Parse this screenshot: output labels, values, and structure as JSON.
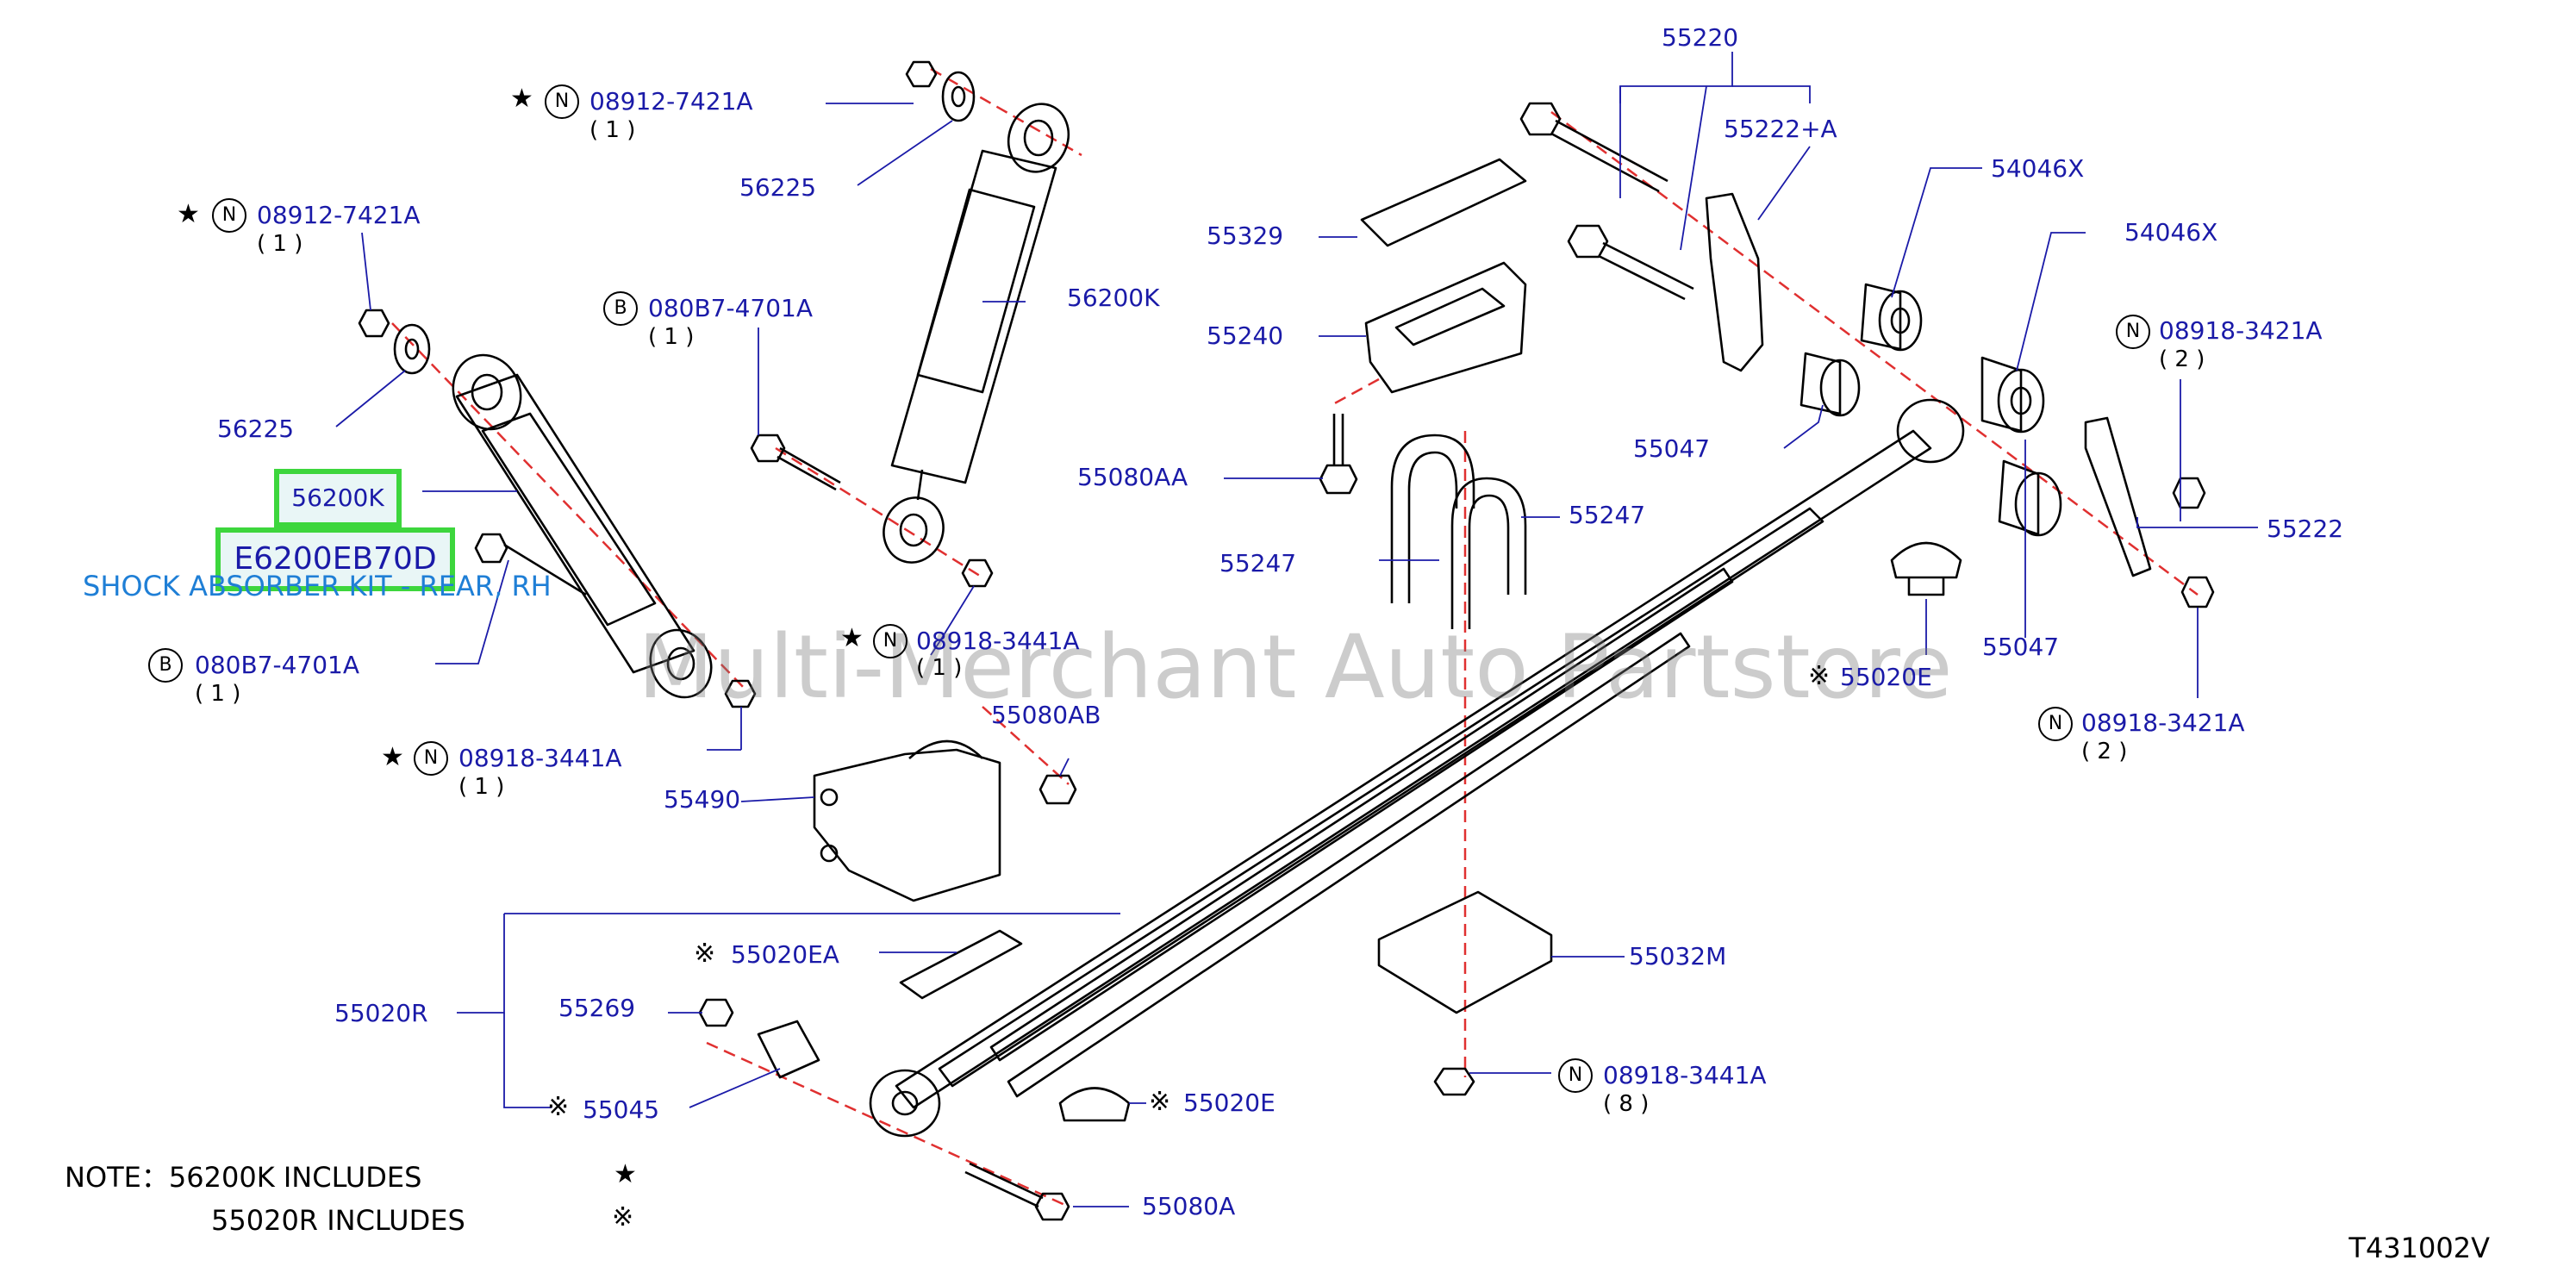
{
  "parts": {
    "p55220": "55220",
    "p55222a": "55222+A",
    "p54046x_1": "54046X",
    "p54046x_2": "54046X",
    "p55329": "55329",
    "p55240": "55240",
    "p55047_1": "55047",
    "p55047_2": "55047",
    "p08918_3421a_1": "08918-3421A",
    "p08918_3421a_2": "08918-3421A",
    "p55222": "55222",
    "p55080aa": "55080AA",
    "p55247_1": "55247",
    "p55247_2": "55247",
    "p55020e_1": "55020E",
    "p55020e_2": "55020E",
    "p55080ab": "55080AB",
    "p55490": "55490",
    "p55032m": "55032M",
    "p55020ea": "55020EA",
    "p55020r": "55020R",
    "p55269": "55269",
    "p55045": "55045",
    "p55080a": "55080A",
    "p08918_3441a_1": "08918-3441A",
    "p08918_3441a_2": "08918-3441A",
    "p08918_3441a_3": "08918-3441A",
    "p08912_7421a_1": "08912-7421A",
    "p08912_7421a_2": "08912-7421A",
    "p56225_1": "56225",
    "p56225_2": "56225",
    "p56200k_upper": "56200K",
    "p080b7_4701a_1": "080B7-4701A",
    "p080b7_4701a_2": "080B7-4701A"
  },
  "quantities": {
    "q1": "( 1 )",
    "q2": "( 1 )",
    "q3": "( 1 )",
    "q4": "( 1 )",
    "q5": "( 1 )",
    "q6": "( 1 )",
    "q7": "( 2 )",
    "q8": "( 2 )",
    "q9": "( 8 )"
  },
  "symbols": {
    "circle_n": "N",
    "circle_b": "B",
    "star": "★",
    "kome": "※"
  },
  "highlight": {
    "part_number": "56200K",
    "oem_number": "E6200EB70D",
    "description": "SHOCK ABSORBER KIT - REAR, RH"
  },
  "watermark": "Multi-Merchant Auto Partstore",
  "note": {
    "line1_label": "NOTE：56200K   INCLUDES",
    "line2_label": "55020R   INCLUDES"
  },
  "diagram_code": "T431002V",
  "colors": {
    "label_blue": "#1a1aa8",
    "highlight_green": "#3dd63d",
    "kit_blue": "#1f7fd6",
    "centerline_red": "#e03030"
  }
}
